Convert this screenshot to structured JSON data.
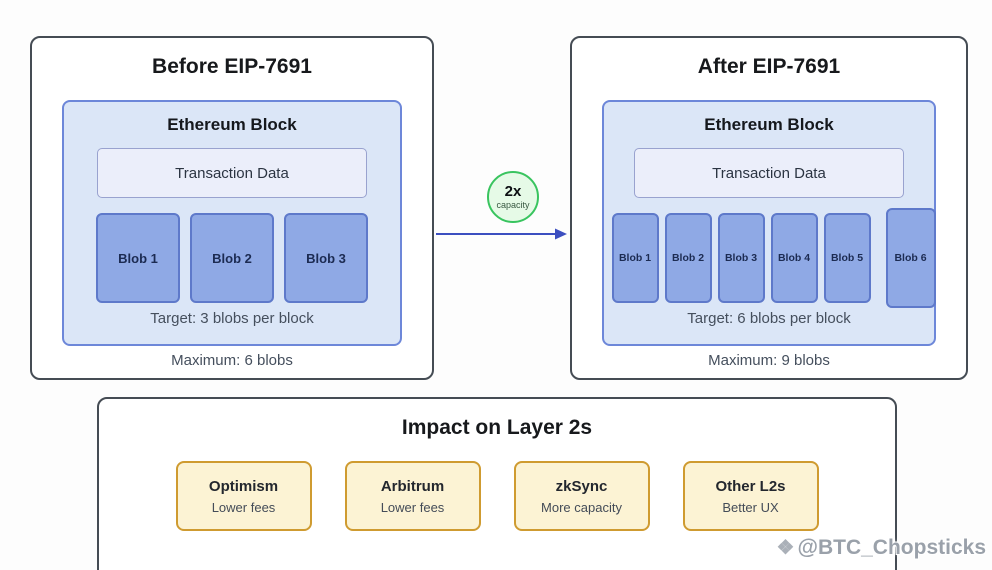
{
  "before": {
    "title": "Before EIP-7691",
    "block_title": "Ethereum Block",
    "transaction_data": "Transaction Data",
    "blobs": [
      "Blob 1",
      "Blob 2",
      "Blob 3"
    ],
    "target": "Target: 3 blobs per block",
    "maximum": "Maximum: 6 blobs"
  },
  "after": {
    "title": "After EIP-7691",
    "block_title": "Ethereum Block",
    "transaction_data": "Transaction Data",
    "blobs": [
      "Blob 1",
      "Blob 2",
      "Blob 3",
      "Blob 4",
      "Blob 5",
      "Blob 6"
    ],
    "target": "Target: 6 blobs per block",
    "maximum": "Maximum: 9 blobs"
  },
  "transition": {
    "badge_value": "2x",
    "badge_label": "capacity"
  },
  "impact": {
    "title": "Impact on Layer 2s",
    "cards": [
      {
        "name": "Optimism",
        "benefit": "Lower fees"
      },
      {
        "name": "Arbitrum",
        "benefit": "Lower fees"
      },
      {
        "name": "zkSync",
        "benefit": "More capacity"
      },
      {
        "name": "Other L2s",
        "benefit": "Better UX"
      }
    ]
  },
  "watermark": {
    "icon": "❖",
    "handle": "@BTC_Chopsticks"
  },
  "colors": {
    "panel_border": "#454c54",
    "block_bg": "#dbe6f7",
    "block_border": "#6d87d9",
    "transaction_bg": "#ebeefa",
    "blob_bg": "#8fa9e5",
    "blob_border": "#5e79ca",
    "badge_bg": "#e6fae7",
    "badge_border": "#39c45f",
    "arrow": "#3c4fc0",
    "card_bg": "#fcf3d4",
    "card_border": "#cf9b30"
  }
}
